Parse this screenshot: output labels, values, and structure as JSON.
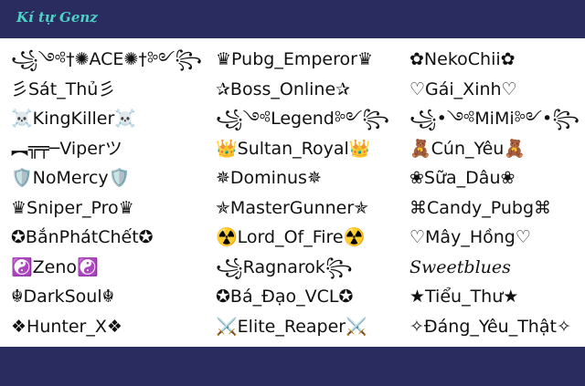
{
  "header": {
    "title": "Kí tự Genz"
  },
  "colors": {
    "header_bg": "#2a2b5e",
    "accent": "#4fd1c5",
    "panel_bg": "#ffffff"
  },
  "columns": [
    [
      "꧁༺†✺ACE✺†༻꧂",
      "彡Sát_Thủ彡",
      "☠️KingKiller☠️",
      "︻╦╤─Viperツ",
      "🛡️NoMercy🛡️",
      "♛Sniper_Pro♛",
      "✪BắnPhátChết✪",
      "☯️Zeno☯️",
      "☬DarkSoul☬",
      "❖Hunter_X❖"
    ],
    [
      "♛Pubg_Emperor♛",
      "✰Boss_Online✰",
      "꧁༺Legend༻꧂",
      "👑Sultan_Royal👑",
      "✵Dominus✵",
      "✯MasterGunner✯",
      "☢️Lord_Of_Fire☢️",
      "꧁Ragnarok꧂",
      "✪Bá_Đạo_VCL✪",
      "⚔️Elite_Reaper⚔️"
    ],
    [
      "✿NekoChii✿",
      "♡Gái_Xinh♡",
      "꧁•༺MiMi༻•꧂",
      "🧸Cún_Yêu🧸",
      "❀Sữa_Dâu❀",
      "⌘Candy_Pubg⌘",
      "♡Mây_Hồng♡",
      "Sweetblues",
      "★Tiểu_Thư★",
      "✧Đáng_Yêu_Thật✧"
    ]
  ]
}
